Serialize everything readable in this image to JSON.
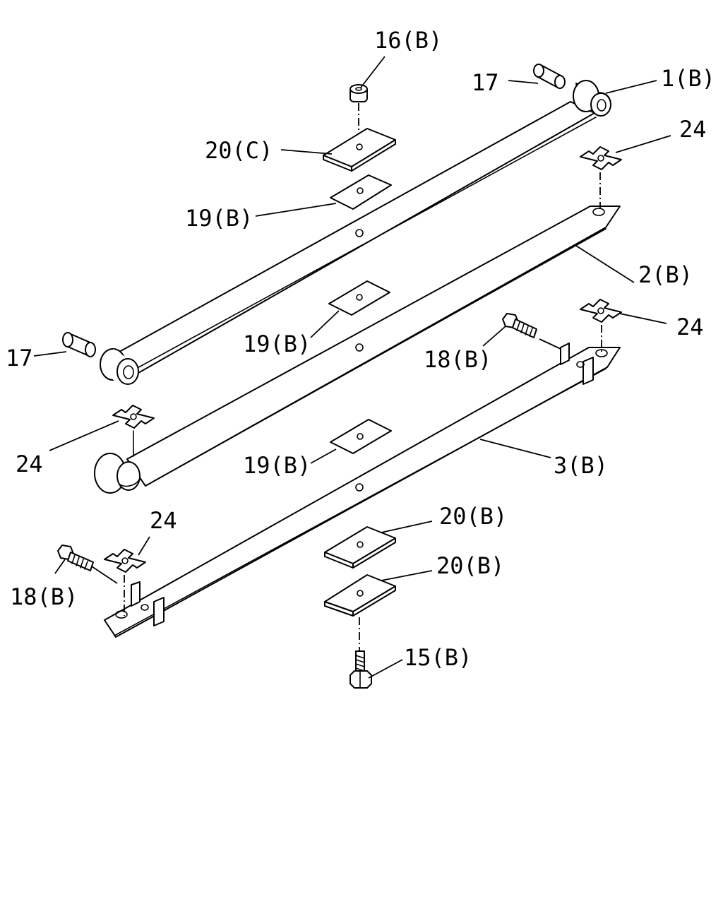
{
  "labels": {
    "l16b": "16(B)",
    "l17_top": "17",
    "l1b": "1(B)",
    "l20c": "20(C)",
    "l24_tr": "24",
    "l19b_1": "19(B)",
    "l2b": "2(B)",
    "l19b_2": "19(B)",
    "l24_mr": "24",
    "l17_left": "17",
    "l18b_r": "18(B)",
    "l24_l": "24",
    "l19b_3": "19(B)",
    "l3b": "3(B)",
    "l24_bl": "24",
    "l20b_1": "20(B)",
    "l18b_l": "18(B)",
    "l20b_2": "20(B)",
    "l15b": "15(B)"
  }
}
